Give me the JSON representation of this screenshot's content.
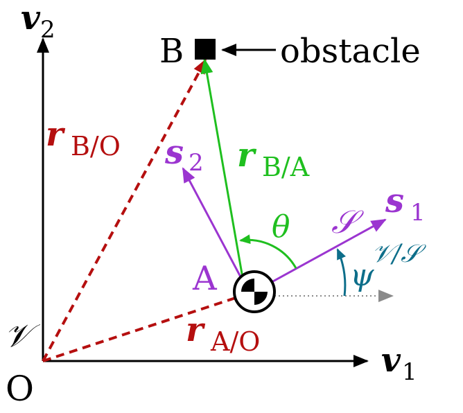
{
  "labels": {
    "origin_point": "O",
    "frame_v": "𝒱",
    "axis_v1_symbol": "v",
    "axis_v1_sub": "1",
    "axis_v2_symbol": "v",
    "axis_v2_sub": "2",
    "point_b": "B",
    "obstacle": "obstacle",
    "point_a": "A",
    "r_bo_symbol": "r",
    "r_bo_sub": "B/O",
    "r_ba_symbol": "r",
    "r_ba_sub": "B/A",
    "r_ao_symbol": "r",
    "r_ao_sub": "A/O",
    "s1_symbol": "s",
    "s1_sub": "1",
    "s2_symbol": "s",
    "s2_sub": "2",
    "frame_s": "𝒮",
    "theta": "θ",
    "psi": "ψ",
    "psi_sub": "𝒱/𝒮"
  },
  "colors": {
    "black": "#000000",
    "dark_red": "#b50f0f",
    "green": "#1fbf1f",
    "purple": "#9b35d0",
    "teal": "#0d6e8a",
    "gray": "#8a8a8a"
  }
}
